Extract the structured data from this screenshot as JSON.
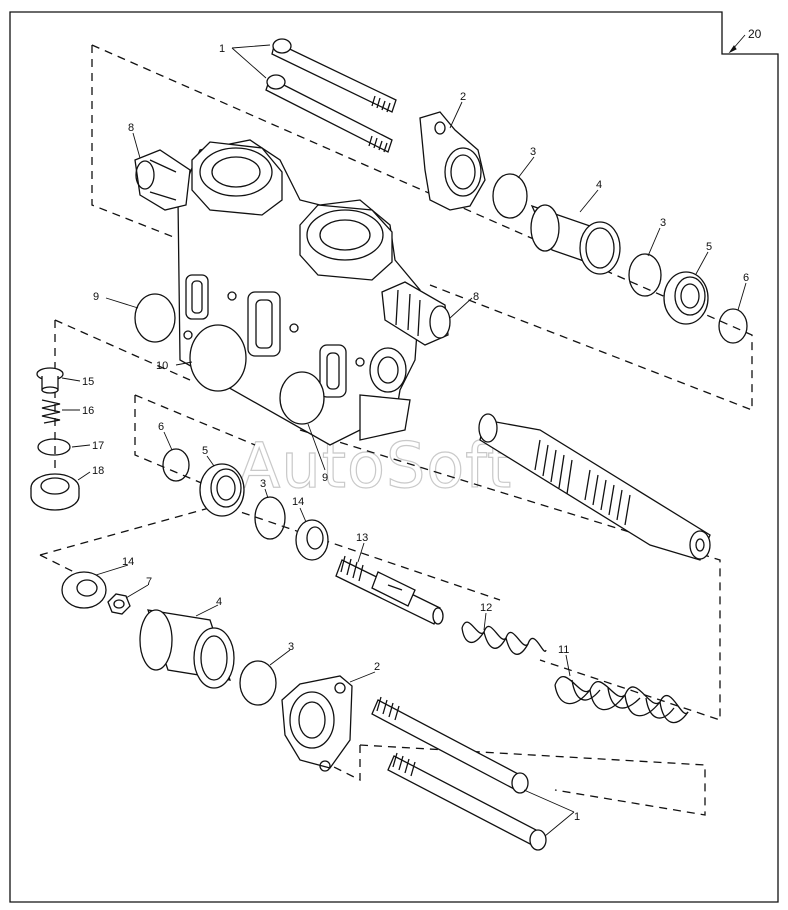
{
  "figure_number": "20",
  "watermark": "AutoSoft",
  "callouts": [
    {
      "id": "c1a",
      "label": "1"
    },
    {
      "id": "c2a",
      "label": "2"
    },
    {
      "id": "c3a",
      "label": "3"
    },
    {
      "id": "c4a",
      "label": "4"
    },
    {
      "id": "c3b",
      "label": "3"
    },
    {
      "id": "c5a",
      "label": "5"
    },
    {
      "id": "c6a",
      "label": "6"
    },
    {
      "id": "c8a",
      "label": "8"
    },
    {
      "id": "c8b",
      "label": "8"
    },
    {
      "id": "c9a",
      "label": "9"
    },
    {
      "id": "c10",
      "label": "10"
    },
    {
      "id": "c15",
      "label": "15"
    },
    {
      "id": "c16",
      "label": "16"
    },
    {
      "id": "c17",
      "label": "17"
    },
    {
      "id": "c18",
      "label": "18"
    },
    {
      "id": "c6b",
      "label": "6"
    },
    {
      "id": "c5b",
      "label": "5"
    },
    {
      "id": "c3c",
      "label": "3"
    },
    {
      "id": "c14a",
      "label": "14"
    },
    {
      "id": "c9b",
      "label": "9"
    },
    {
      "id": "c13",
      "label": "13"
    },
    {
      "id": "c14b",
      "label": "14"
    },
    {
      "id": "c7",
      "label": "7"
    },
    {
      "id": "c4b",
      "label": "4"
    },
    {
      "id": "c3d",
      "label": "3"
    },
    {
      "id": "c2b",
      "label": "2"
    },
    {
      "id": "c12",
      "label": "12"
    },
    {
      "id": "c11",
      "label": "11"
    },
    {
      "id": "c1b",
      "label": "1"
    }
  ]
}
